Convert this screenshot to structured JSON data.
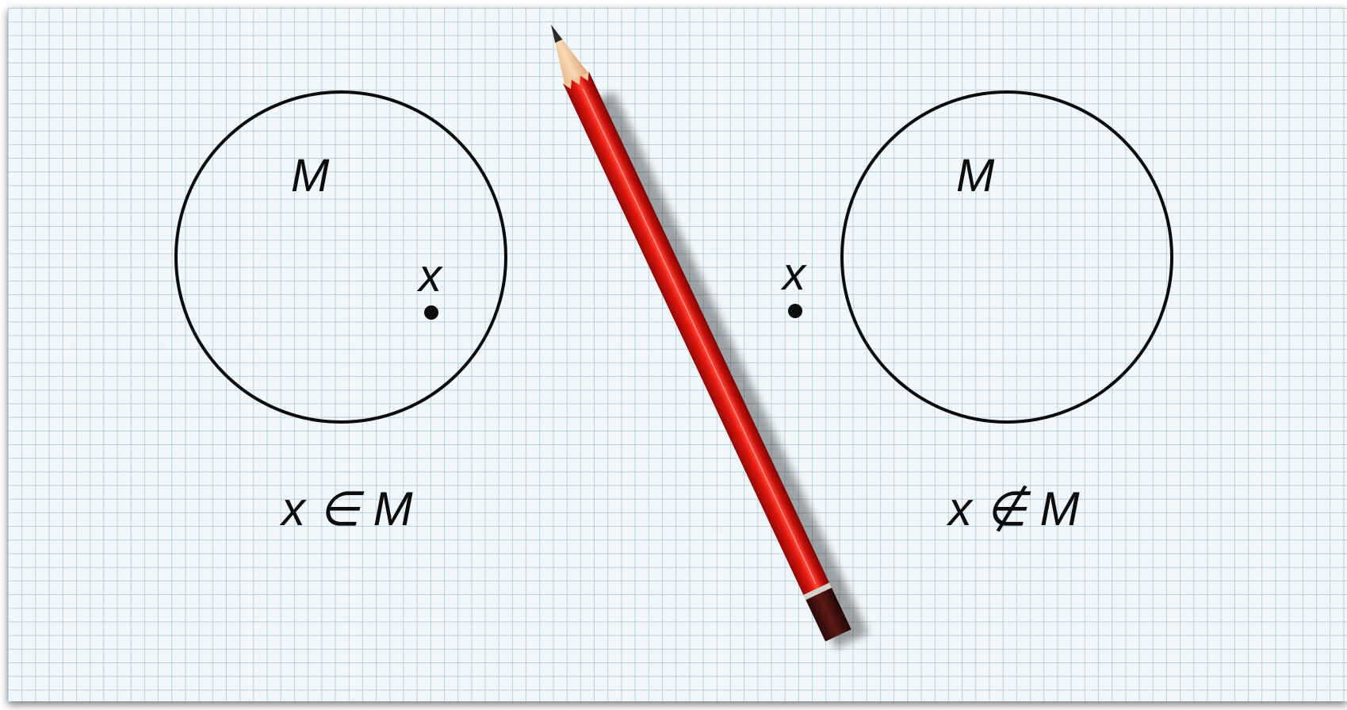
{
  "diagrams": [
    {
      "set_label": "M",
      "element_label": "x",
      "relation": "x ∈ M",
      "element_inside": true
    },
    {
      "set_label": "M",
      "element_label": "x",
      "relation": "x ∉ M",
      "element_inside": false
    }
  ],
  "colors": {
    "paper": "#f1f7fa",
    "grid": "#7aa0be",
    "ink": "#0c0c0c",
    "pencil_body": "#d0110f"
  }
}
